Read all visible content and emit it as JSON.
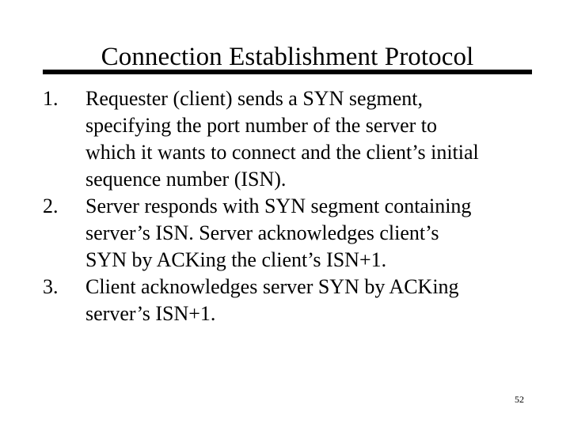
{
  "slide": {
    "title": "Connection Establishment Protocol",
    "page_number": "52",
    "text_color": "#000000",
    "background_color": "#ffffff",
    "rule_color": "#000000"
  },
  "body": {
    "items": [
      {
        "number": "1.",
        "text": "Requester (client) sends a SYN segment,\nspecifying the port number of the server to\nwhich it wants to connect and the client’s initial\nsequence number (ISN)."
      },
      {
        "number": "2.",
        "text": "Server responds with SYN segment containing\nserver’s ISN.  Server acknowledges client’s\nSYN by ACKing the client’s ISN+1."
      },
      {
        "number": "3.",
        "text": "Client acknowledges server SYN by ACKing\nserver’s ISN+1."
      }
    ]
  }
}
